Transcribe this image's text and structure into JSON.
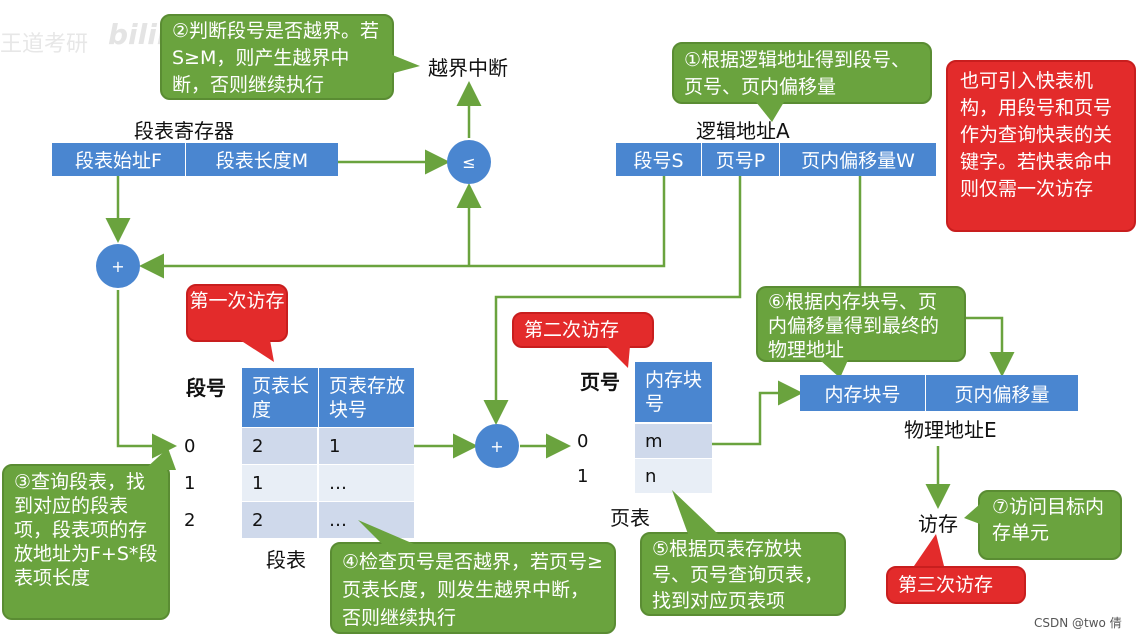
{
  "watermark_left": "王道考研",
  "watermark_bili": "bilibili",
  "callouts": {
    "c2": "②判断段号是否越界。若S≥M，则产生越界中断，否则继续执行",
    "c1": "①根据逻辑地址得到段号、页号、页内偏移量",
    "tlb": "也可引入快表机构，用段号和页号作为查询快表的关键字。若快表命中则仅需一次访存",
    "first_access": "第一次访存",
    "second_access": "第二次访存",
    "c6": "⑥根据内存块号、页内偏移量得到最终的物理地址",
    "c3": "③查询段表，找到对应的段表项，段表项的存放地址为F+S*段表项长度",
    "c4": "④检查页号是否越界，若页号≥页表长度，则发生越界中断，否则继续执行",
    "c5": "⑤根据页表存放块号、页号查询页表，找到对应页表项",
    "c7": "⑦访问目标内存单元",
    "third_access": "第三次访存"
  },
  "labels": {
    "interrupt": "越界中断",
    "seg_reg_title": "段表寄存器",
    "logical_addr_title": "逻辑地址A",
    "physical_addr_title": "物理地址E",
    "seg_no_header": "段号",
    "page_no_header": "页号",
    "seg_table_caption": "段表",
    "page_table_caption": "页表",
    "memory_access": "访存",
    "csdn": "CSDN @two 倩"
  },
  "segment_register": {
    "start": "段表始址F",
    "length": "段表长度M"
  },
  "logical_address": {
    "s": "段号S",
    "p": "页号P",
    "w": "页内偏移量W"
  },
  "physical_address": {
    "block": "内存块号",
    "offset": "页内偏移量"
  },
  "operators": {
    "compare": "≤",
    "add1": "+",
    "add2": "+"
  },
  "segment_table": {
    "headers": [
      "页表长度",
      "页表存放块号"
    ],
    "index": [
      "0",
      "1",
      "2"
    ],
    "rows": [
      [
        "2",
        "1"
      ],
      [
        "1",
        "…"
      ],
      [
        "2",
        "…"
      ]
    ]
  },
  "page_table": {
    "header": "内存块号",
    "index": [
      "0",
      "1"
    ],
    "rows": [
      "m",
      "n"
    ]
  }
}
